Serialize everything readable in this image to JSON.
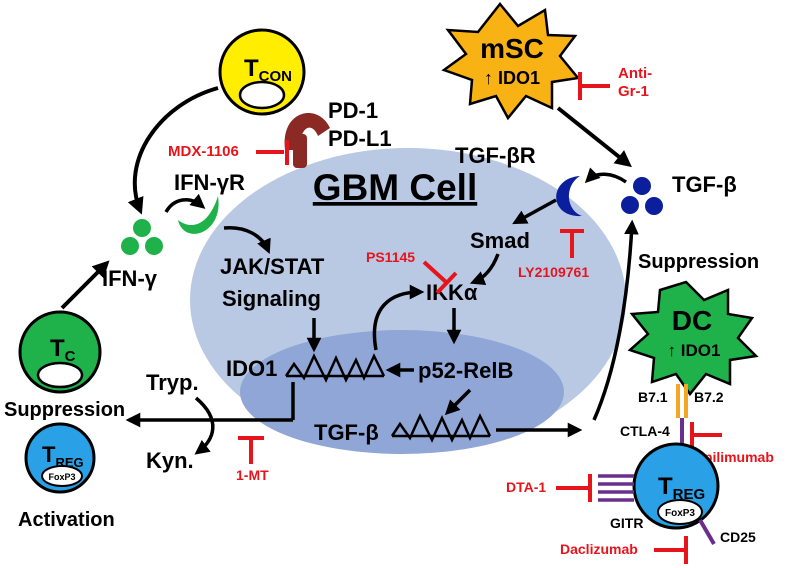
{
  "colors": {
    "cell": "#b9c9e4",
    "nucleus": "#8fa6d6",
    "inhibitor": "#e8141b",
    "ifn_green": "#1fb24a",
    "tgf_navy": "#0b1f9c",
    "tcon_yellow": "#ffee00",
    "msc_orange": "#f9b214",
    "dc_green": "#1fb24a",
    "treg_blue": "#2aa0e6",
    "pd_brown": "#8b2a24",
    "b7_orange": "#f5a623",
    "ctla4_purple": "#6a2e8c"
  },
  "labels": {
    "gbm_cell": "GBM Cell",
    "pd1": "PD-1",
    "pdl1": "PD-L1",
    "tcon_main": "T",
    "tcon_sub": "CON",
    "msc_main": "mSC",
    "msc_ido": "↑ IDO1",
    "ifngr": "IFN-γR",
    "ifng": "IFN-γ",
    "jakstat_1": "JAK/STAT",
    "jakstat_2": "Signaling",
    "ido1": "IDO1",
    "p52relb": "p52-RelB",
    "ikka": "IKKα",
    "smad": "Smad",
    "tgfbr": "TGF-βR",
    "tgfb_top": "TGF-β",
    "tgfb_nuc": "TGF-β",
    "suppression_right": "Suppression",
    "dc_main": "DC",
    "dc_ido": "↑ IDO1",
    "b71": "B7.1",
    "b72": "B7.2",
    "ctla4": "CTLA-4",
    "gitr": "GITR",
    "cd25": "CD25",
    "treg_right_main": "T",
    "treg_right_sub": "REG",
    "treg_right_foxp3": "FoxP3",
    "tc_main": "T",
    "tc_sub": "C",
    "suppression_left": "Suppression",
    "treg_left_main": "T",
    "treg_left_sub": "REG",
    "treg_left_foxp3": "FoxP3",
    "activation": "Activation",
    "tryp": "Tryp.",
    "kyn": "Kyn."
  },
  "drugs": {
    "mdx1106": "MDX-1106",
    "antigr1_1": "Anti-",
    "antigr1_2": "Gr-1",
    "ps1145": "PS1145",
    "ly2109761": "LY2109761",
    "onemt": "1-MT",
    "ipilimumab": "Ipilimumab",
    "dta1": "DTA-1",
    "daclizumab": "Daclizumab"
  }
}
